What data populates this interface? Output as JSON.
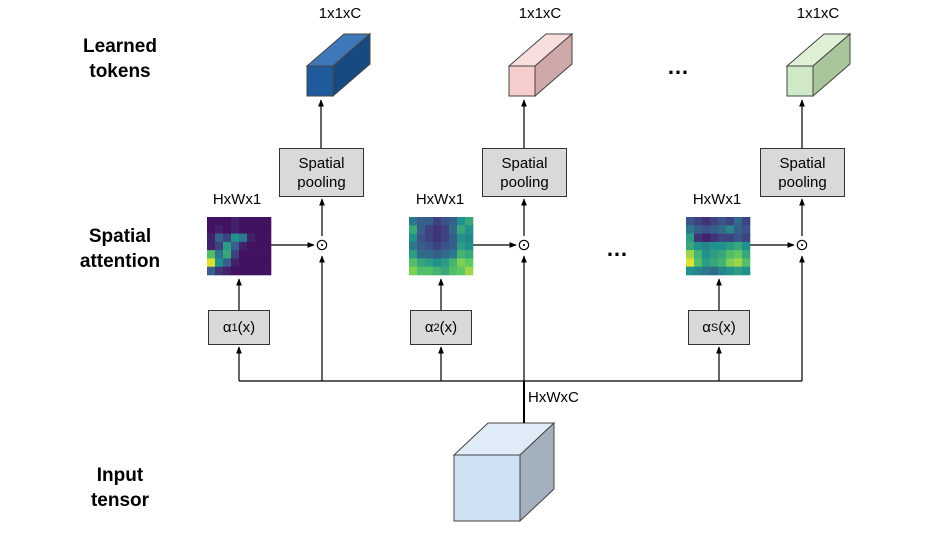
{
  "row_labels": {
    "learned": [
      "Learned",
      "tokens"
    ],
    "spatial": [
      "Spatial",
      "attention"
    ],
    "input": [
      "Input",
      "tensor"
    ]
  },
  "token_label": "1x1xC",
  "pool_label": [
    "Spatial",
    "pooling"
  ],
  "map_label": "HxWx1",
  "input_label": "HxWxC",
  "ellipsis": "…",
  "dot_op": "⊙",
  "alpha_base": "α",
  "alpha_arg": "(x)",
  "branches": [
    {
      "alpha_sub": "1",
      "token_colors": {
        "front": "#1f5b9c",
        "top": "#3f78b8",
        "side": "#174a80"
      }
    },
    {
      "alpha_sub": "2",
      "token_colors": {
        "front": "#f6cdcd",
        "top": "#f9dede",
        "side": "#cfa9a9"
      }
    },
    {
      "alpha_sub": "S",
      "token_colors": {
        "front": "#cfe8c5",
        "top": "#dff0d7",
        "side": "#a8c59c"
      }
    }
  ],
  "heatmaps": [
    [
      [
        0.05,
        0.05,
        0.05,
        0.1,
        0.05,
        0.05,
        0.05,
        0.05
      ],
      [
        0.05,
        0.1,
        0.05,
        0.1,
        0.05,
        0.05,
        0.05,
        0.05
      ],
      [
        0.1,
        0.3,
        0.2,
        0.5,
        0.4,
        0.1,
        0.05,
        0.05
      ],
      [
        0.1,
        0.2,
        0.55,
        0.3,
        0.1,
        0.05,
        0.05,
        0.05
      ],
      [
        0.7,
        0.4,
        0.6,
        0.2,
        0.05,
        0.05,
        0.05,
        0.05
      ],
      [
        0.95,
        0.5,
        0.3,
        0.1,
        0.05,
        0.05,
        0.05,
        0.05
      ],
      [
        0.3,
        0.15,
        0.1,
        0.05,
        0.05,
        0.05,
        0.05,
        0.05
      ]
    ],
    [
      [
        0.4,
        0.3,
        0.3,
        0.2,
        0.25,
        0.3,
        0.5,
        0.6
      ],
      [
        0.6,
        0.3,
        0.2,
        0.15,
        0.2,
        0.35,
        0.6,
        0.5
      ],
      [
        0.5,
        0.25,
        0.2,
        0.15,
        0.2,
        0.3,
        0.5,
        0.45
      ],
      [
        0.4,
        0.3,
        0.25,
        0.2,
        0.25,
        0.3,
        0.55,
        0.5
      ],
      [
        0.55,
        0.35,
        0.35,
        0.3,
        0.35,
        0.4,
        0.65,
        0.6
      ],
      [
        0.7,
        0.6,
        0.55,
        0.5,
        0.55,
        0.65,
        0.8,
        0.75
      ],
      [
        0.8,
        0.7,
        0.7,
        0.65,
        0.6,
        0.7,
        0.75,
        0.85
      ]
    ],
    [
      [
        0.25,
        0.2,
        0.15,
        0.2,
        0.25,
        0.2,
        0.35,
        0.2
      ],
      [
        0.4,
        0.3,
        0.25,
        0.3,
        0.35,
        0.45,
        0.3,
        0.25
      ],
      [
        0.55,
        0.15,
        0.1,
        0.15,
        0.2,
        0.2,
        0.25,
        0.2
      ],
      [
        0.6,
        0.5,
        0.45,
        0.5,
        0.5,
        0.55,
        0.6,
        0.5
      ],
      [
        0.85,
        0.65,
        0.5,
        0.55,
        0.6,
        0.7,
        0.75,
        0.6
      ],
      [
        0.95,
        0.7,
        0.55,
        0.6,
        0.65,
        0.8,
        0.85,
        0.7
      ],
      [
        0.5,
        0.45,
        0.4,
        0.35,
        0.45,
        0.5,
        0.55,
        0.5
      ]
    ]
  ],
  "input_tensor_colors": {
    "front": "#cfe2f3",
    "top": "#dfebf7",
    "side": "#a3b0bd"
  }
}
